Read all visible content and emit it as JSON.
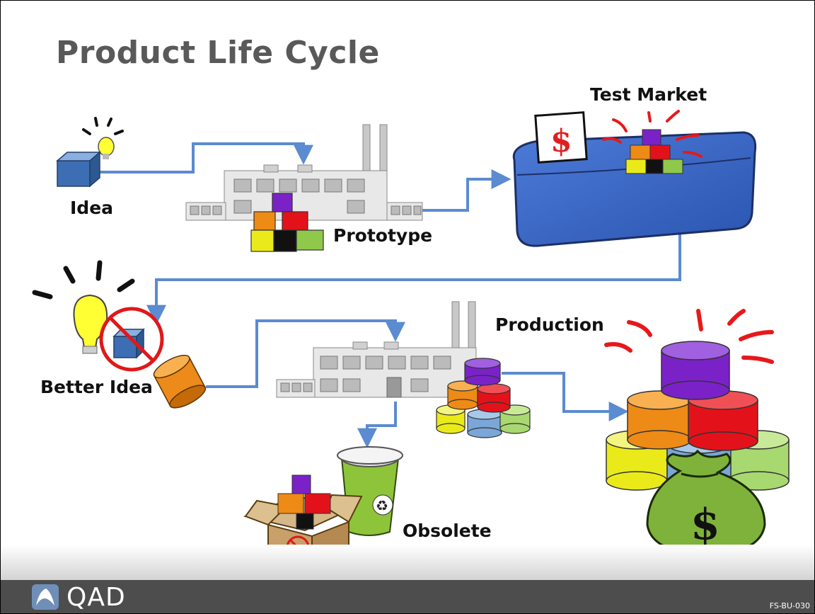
{
  "slide": {
    "title": "Product Life Cycle",
    "footer_brand": "QAD",
    "footer_code": "FS-BU-030"
  },
  "stages": {
    "idea": "Idea",
    "prototype": "Prototype",
    "test_market": "Test Market",
    "better_idea": "Better Idea",
    "production": "Production",
    "obsolete": "Obsolete"
  },
  "icons": {
    "dollar_sign": "$",
    "recycle": "♻"
  },
  "colors": {
    "arrow": "#5b8bd0",
    "block_purple": "#7a22c8",
    "block_orange": "#ee8a16",
    "block_red": "#e3121a",
    "block_yellow": "#eaea1a",
    "block_green": "#8fc84a",
    "block_blue": "#7aa7d8",
    "table_blue": "#3060c0",
    "moneybag_green": "#7fb23a"
  }
}
